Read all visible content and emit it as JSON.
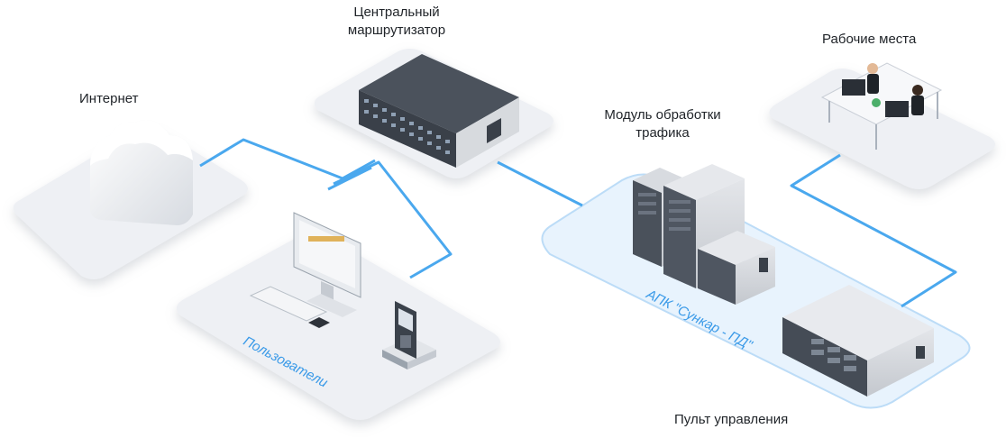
{
  "labels": {
    "internet": "Интернет",
    "router_line1": "Центральный",
    "router_line2": "маршрутизатор",
    "workplaces": "Рабочие места",
    "traffic_line1": "Модуль обработки",
    "traffic_line2": "трафика",
    "control_panel": "Пульт управления",
    "users_zone": "Пользователи",
    "apk_zone": "АПК \"Сункар - ПД\""
  },
  "colors": {
    "link_line": "#4aa8ee",
    "platform": "#eef0f4",
    "apk_fill": "#e8f3fd",
    "apk_stroke": "#bcdcf7",
    "device_dark": "#414852",
    "device_light": "#d9dce1"
  },
  "icons": [
    "cloud-icon",
    "router-icon",
    "workers-icon",
    "server-icon",
    "computer-icon",
    "phone-icon",
    "control-unit-icon"
  ]
}
